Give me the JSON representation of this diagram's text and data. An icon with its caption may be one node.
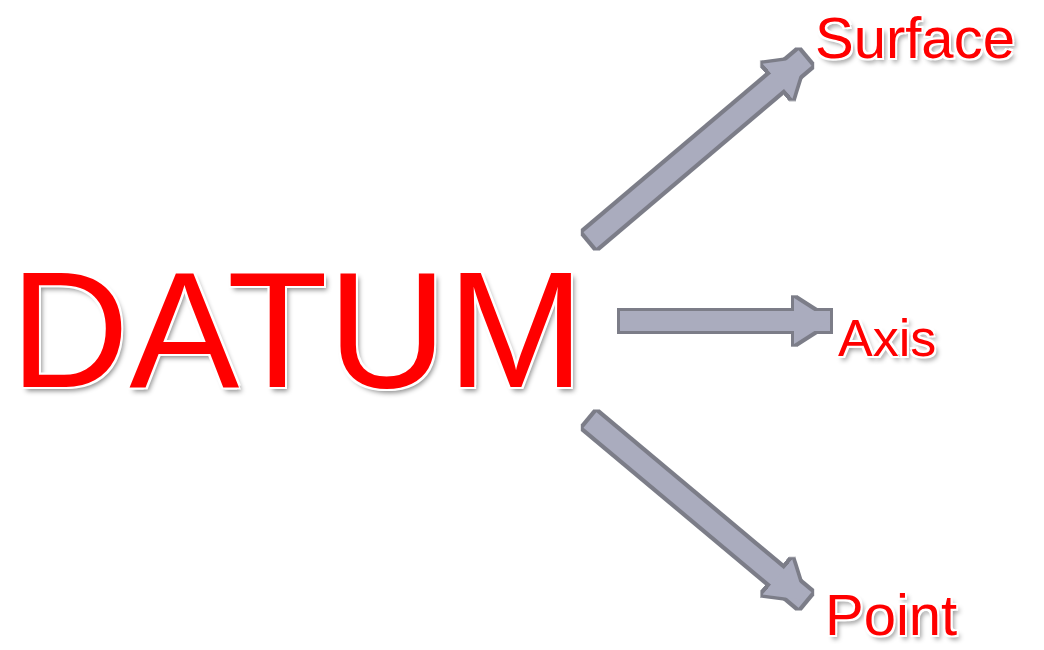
{
  "diagram": {
    "nodes": [
      {
        "text": [
          "DATUM"
        ]
      },
      {
        "text": [
          "Surface"
        ]
      },
      {
        "text": [
          "Axis"
        ]
      },
      {
        "text": [
          "Point"
        ]
      }
    ],
    "edges": [
      {
        "from": 0,
        "to": 1,
        "arrow": "to"
      },
      {
        "from": 0,
        "to": 2,
        "arrow": "to"
      },
      {
        "from": 0,
        "to": 3,
        "arrow": "to"
      }
    ]
  }
}
